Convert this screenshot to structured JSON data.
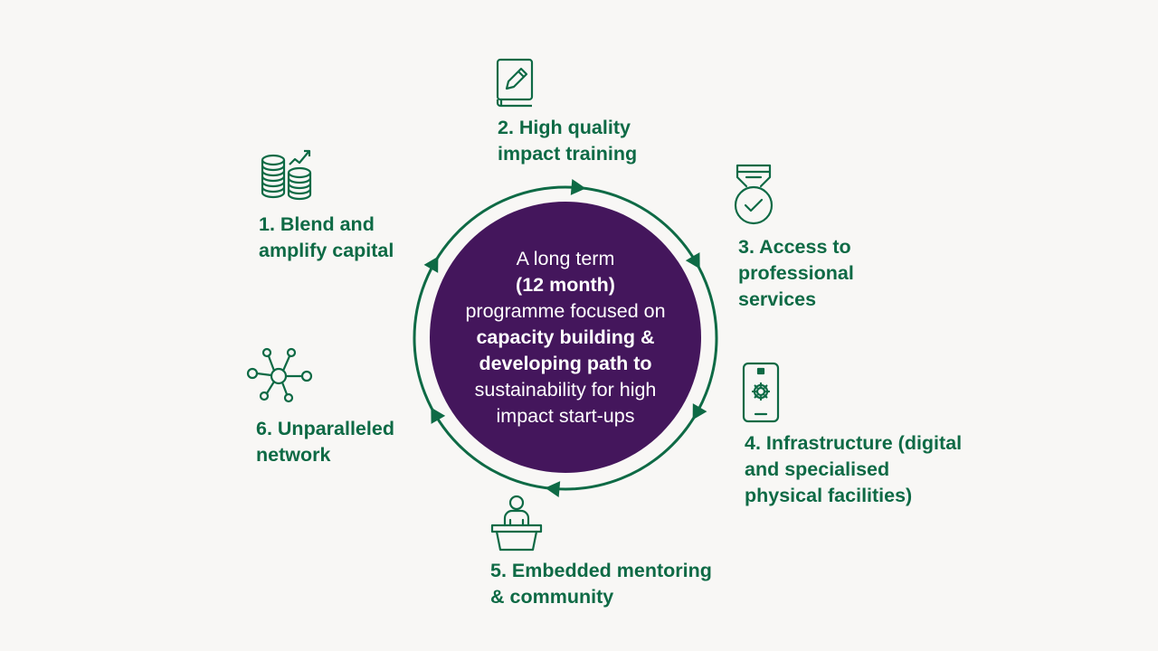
{
  "colors": {
    "accent": "#0e6a45",
    "center_fill": "#44165c",
    "background": "#f8f7f5"
  },
  "center": {
    "line1": "A long term",
    "line2": "(12 month)",
    "line3": "programme focused on",
    "line4": "capacity building &",
    "line5": "developing path to",
    "line6": "sustainability for high",
    "line7": "impact start-ups"
  },
  "steps": [
    {
      "lines": [
        "1. Blend and",
        "amplify capital"
      ],
      "icon": "coins-growth-icon"
    },
    {
      "lines": [
        "2. High quality",
        "impact training"
      ],
      "icon": "notebook-pencil-icon"
    },
    {
      "lines": [
        "3. Access to",
        "professional",
        "services"
      ],
      "icon": "medal-check-icon"
    },
    {
      "lines": [
        "4. Infrastructure (digital",
        "and specialised",
        "physical facilities)"
      ],
      "icon": "phone-gear-icon"
    },
    {
      "lines": [
        "5. Embedded mentoring",
        "& community"
      ],
      "icon": "speaker-podium-icon"
    },
    {
      "lines": [
        "6. Unparalleled",
        "network"
      ],
      "icon": "network-hub-icon"
    }
  ]
}
